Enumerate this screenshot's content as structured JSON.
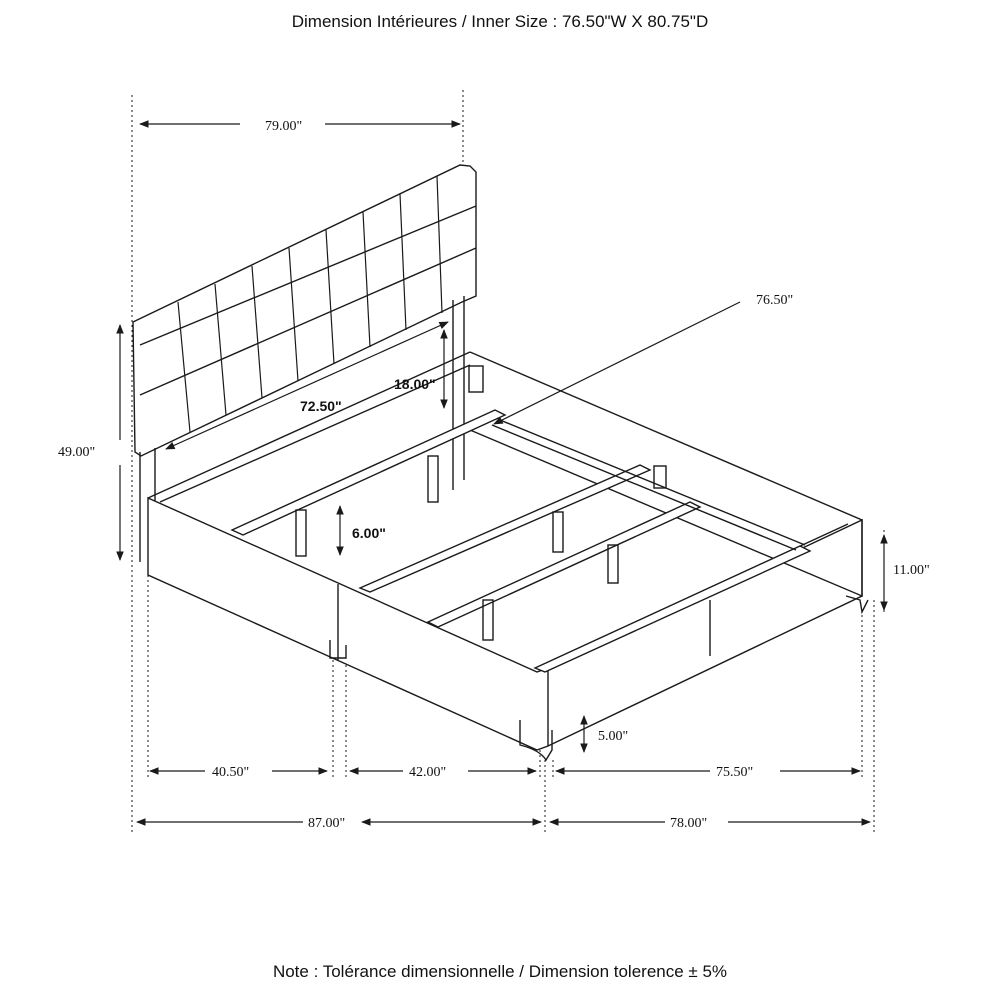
{
  "header": {
    "title": "Dimension Intérieures / Inner Size : 76.50\"W X 80.75\"D"
  },
  "footer": {
    "note": "Note : Tolérance dimensionnelle / Dimension tolerence  ± 5%"
  },
  "dimensions": {
    "headboard_width": "79.00\"",
    "overall_height": "49.00\"",
    "headboard_inner_width": "72.50\"",
    "headboard_panel_height": "18.00\"",
    "inner_width": "76.50\"",
    "slat_height": "6.00\"",
    "rail_height": "11.00\"",
    "leg_height": "5.00\"",
    "length_segment_1": "40.50\"",
    "length_segment_2": "42.00\"",
    "width_inner": "75.50\"",
    "overall_length": "87.00\"",
    "overall_width": "78.00\""
  },
  "colors": {
    "line": "#1a1a1a",
    "background": "#ffffff"
  }
}
